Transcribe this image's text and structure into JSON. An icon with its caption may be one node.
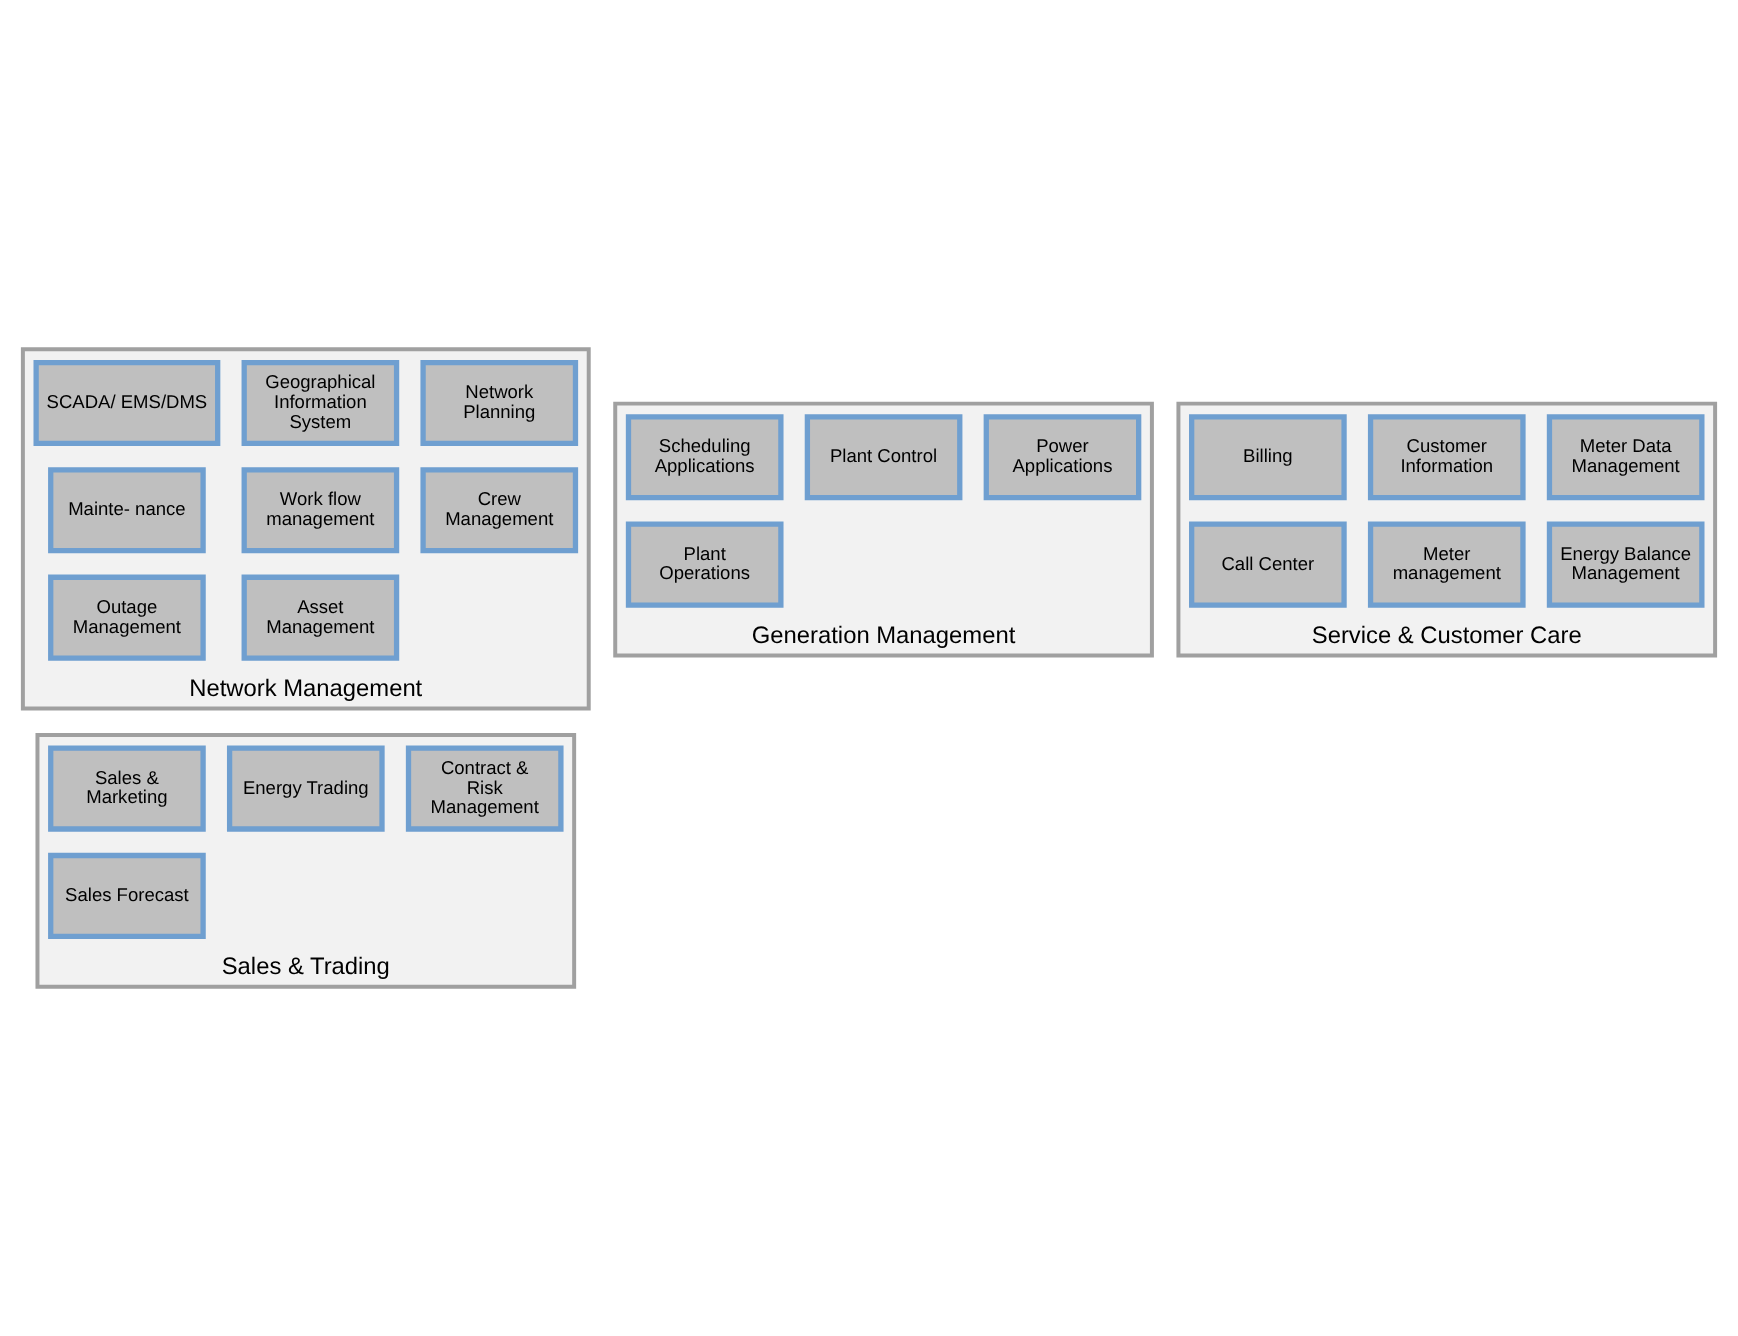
{
  "diagram": {
    "nodes": [
      {
        "text": [
          "Generation Management"
        ]
      },
      {
        "text": [
          "Scheduling Applications"
        ],
        "in": 0
      },
      {
        "text": [
          "Plant Control"
        ],
        "in": 0
      },
      {
        "text": [
          "Power Applications"
        ],
        "in": 0
      },
      {
        "text": [
          "Plant Operations"
        ],
        "in": 0
      },
      {
        "text": [
          "Network Management"
        ]
      },
      {
        "text": [
          "SCADA/ EMS/DMS"
        ],
        "in": 5
      },
      {
        "text": [
          "Geographical Information System"
        ],
        "in": 5
      },
      {
        "text": [
          "Network Planning"
        ],
        "in": 5
      },
      {
        "text": [
          "Mainte- nance"
        ],
        "in": 5
      },
      {
        "text": [
          "Work flow management"
        ],
        "in": 5
      },
      {
        "text": [
          "Crew Management"
        ],
        "in": 5
      },
      {
        "text": [
          "Outage Management"
        ],
        "in": 5
      },
      {
        "text": [
          "Asset Management"
        ],
        "in": 5
      },
      {
        "text": [
          "Service & Customer Care"
        ]
      },
      {
        "text": [
          "Billing"
        ],
        "in": 14
      },
      {
        "text": [
          "Customer Information"
        ],
        "in": 14
      },
      {
        "text": [
          "Meter Data Management"
        ],
        "in": 14
      },
      {
        "text": [
          "Call Center"
        ],
        "in": 14
      },
      {
        "text": [
          "Meter management"
        ],
        "in": 14
      },
      {
        "text": [
          "Energy Balance Management"
        ],
        "in": 14
      },
      {
        "text": [
          "Sales & Trading"
        ]
      },
      {
        "text": [
          "Sales & Marketing"
        ],
        "in": 21
      },
      {
        "text": [
          "Energy Trading"
        ],
        "in": 21
      },
      {
        "text": [
          "Contract & Risk Management"
        ],
        "in": 21
      },
      {
        "text": [
          "Sales Forecast"
        ],
        "in": 21
      }
    ]
  }
}
